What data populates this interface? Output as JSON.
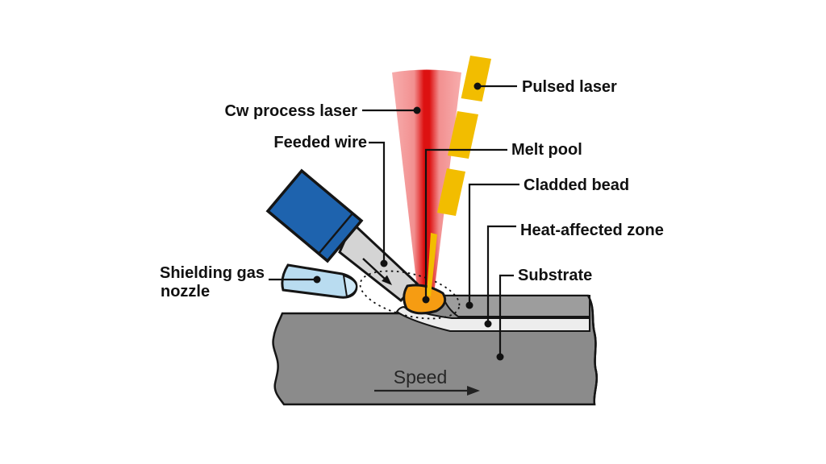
{
  "figure": {
    "description": "Schematic of pulsed/cw laser wire cladding process",
    "labels": {
      "cw_process_laser": "Cw process laser",
      "pulsed_laser": "Pulsed laser",
      "feeded_wire": "Feeded wire",
      "melt_pool": "Melt pool",
      "cladded_bead": "Cladded bead",
      "heat_affected_zone": "Heat-affected zone",
      "substrate": "Substrate",
      "shielding_gas_line1": "Shielding gas",
      "shielding_gas_line2": "nozzle",
      "speed": "Speed"
    },
    "colors": {
      "laser_core": "#dd1111",
      "laser_mid": "#f29090",
      "laser_edge": "#f7adad",
      "pulsed_laser": "#f2bd00",
      "wire_feeder": "#1e63ae",
      "wire_tube": "#d4d4d4",
      "gas_nozzle": "#b9dcf0",
      "gas_nozzle_tip": "#cfe9f8",
      "melt_pool": "#f69c12",
      "substrate": "#8b8b8b",
      "cladded_bead": "#9d9d9d",
      "heat_affected_zone": "#ededed",
      "background": "#ffffff"
    }
  }
}
